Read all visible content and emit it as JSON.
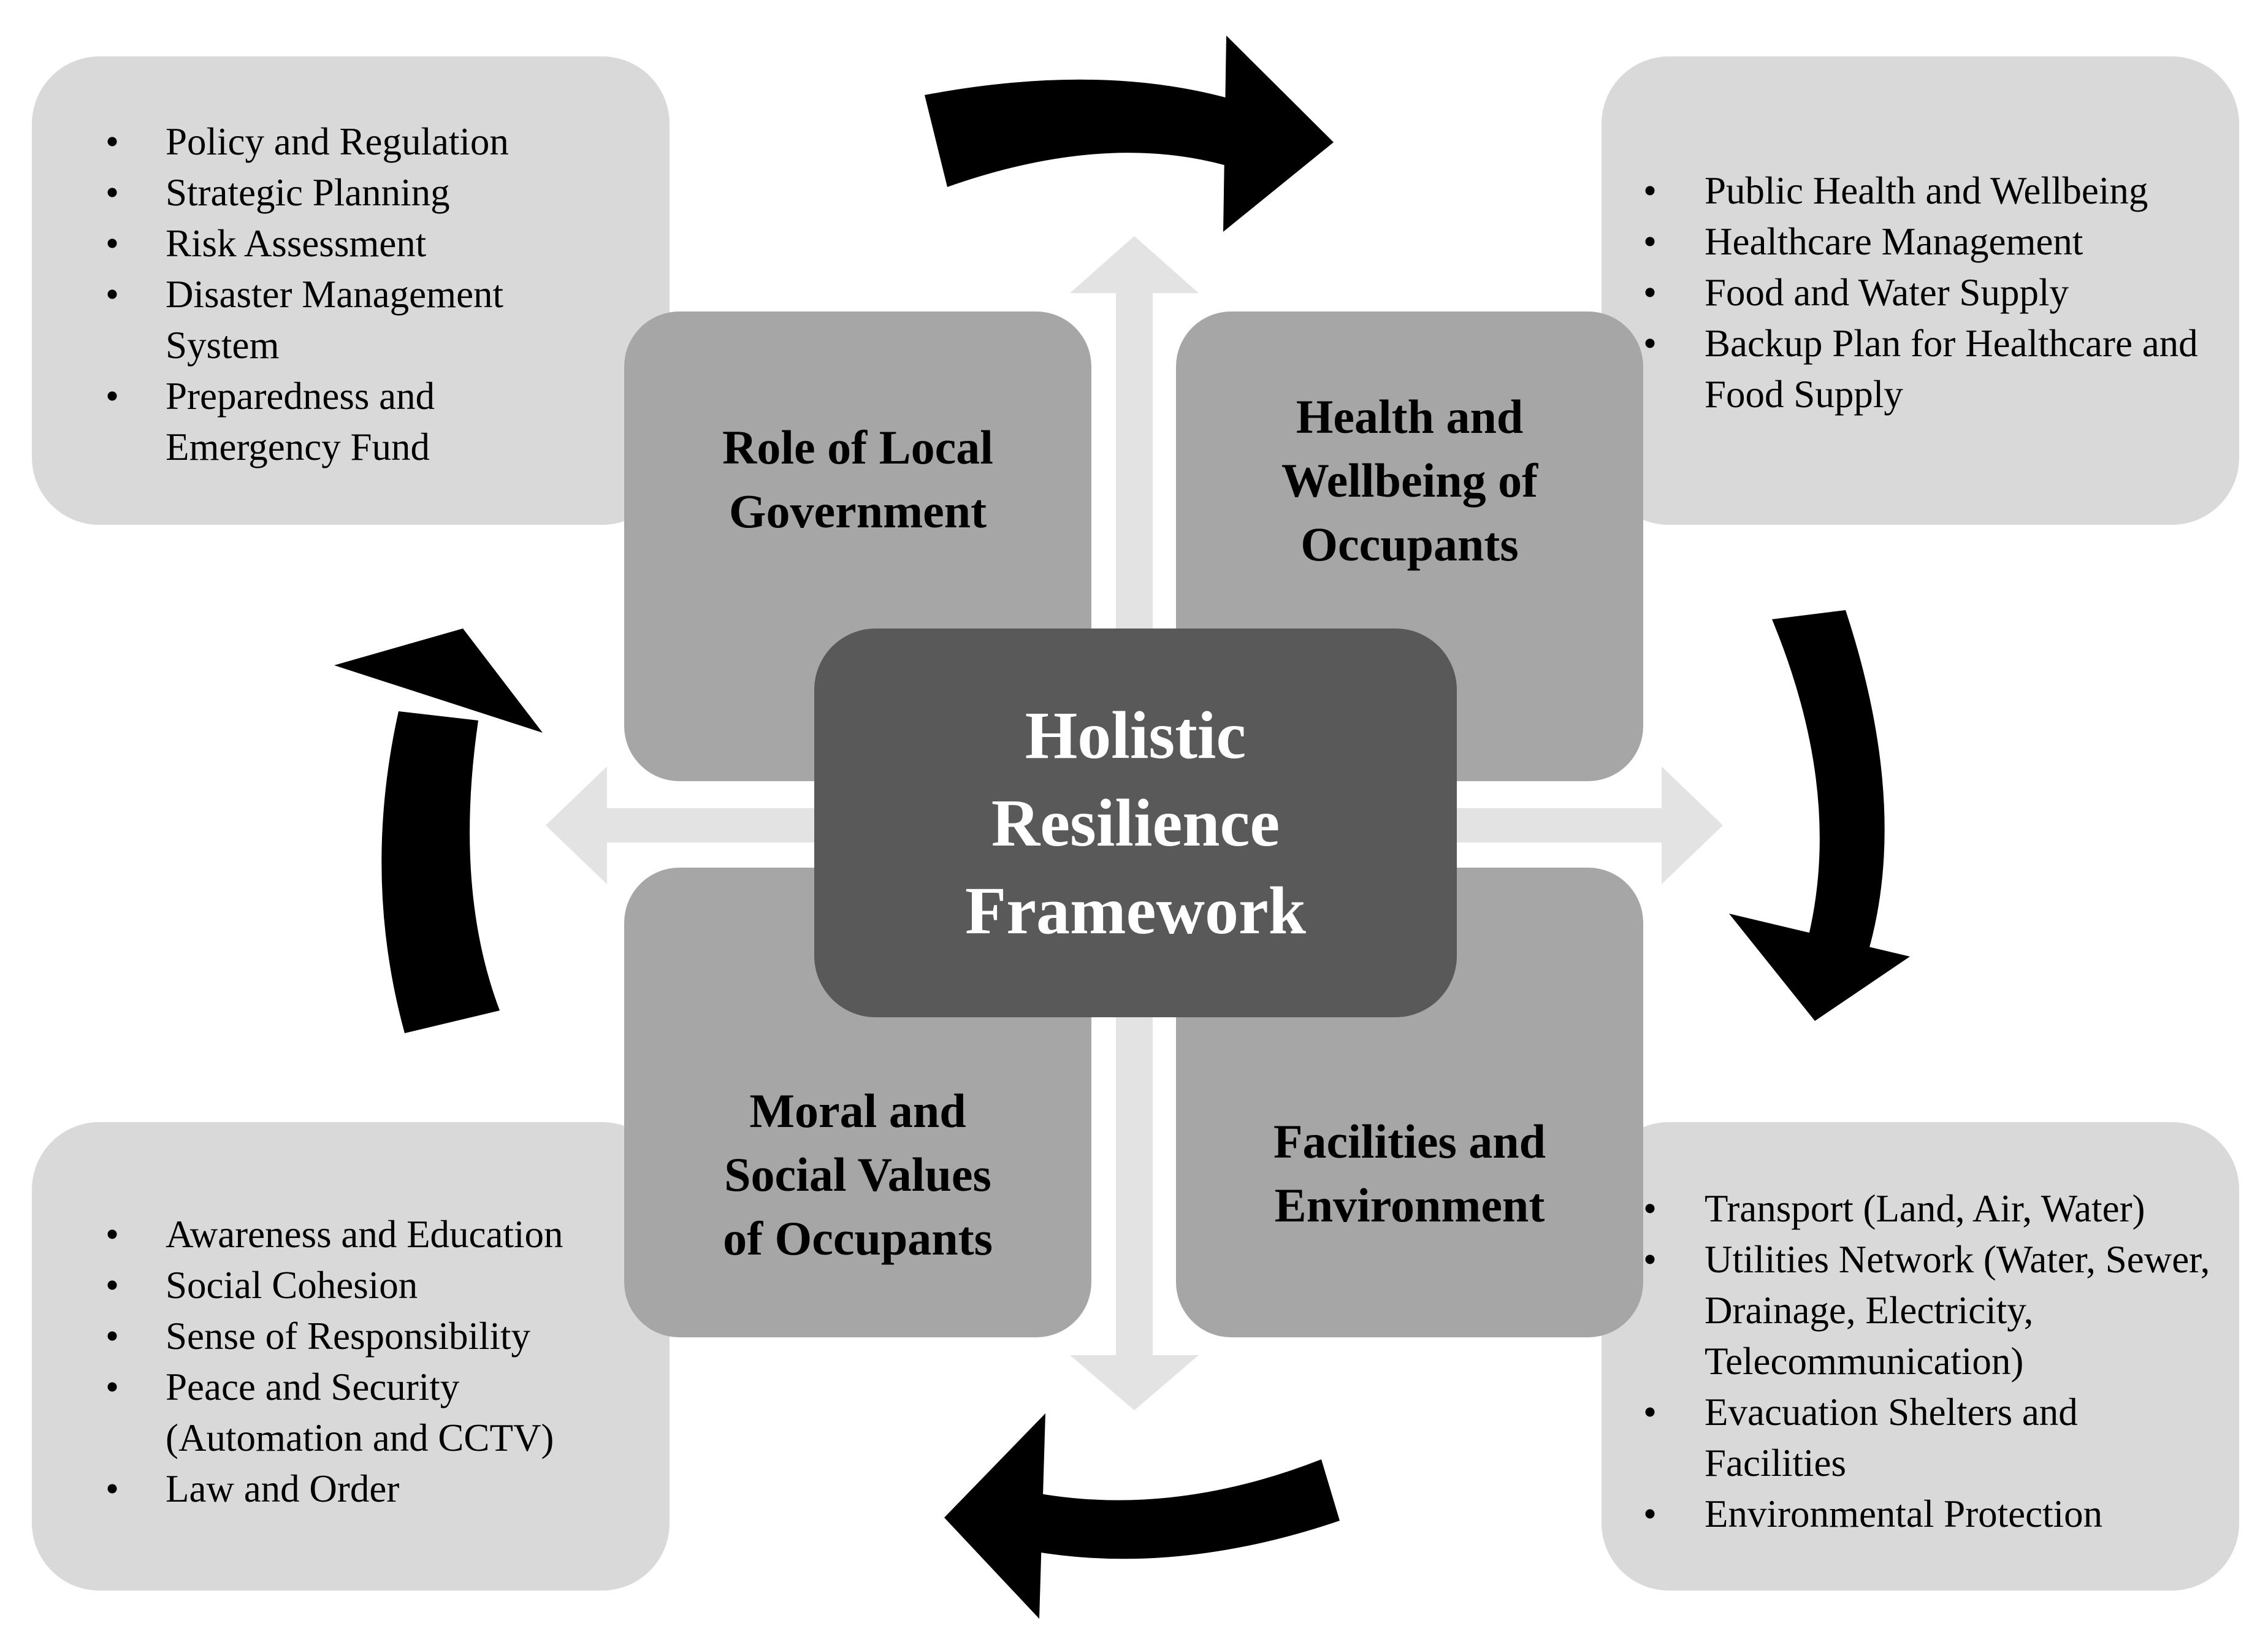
{
  "center": {
    "title": "Holistic\nResilience\nFramework"
  },
  "pillars": {
    "top_left": "Role of Local\nGovernment",
    "top_right": "Health and\nWellbeing of\nOccupants",
    "bottom_left": "Moral and\nSocial Values\nof Occupants",
    "bottom_right": "Facilities and\nEnvironment"
  },
  "lists": {
    "top_left": [
      "Policy and Regulation",
      "Strategic Planning",
      "Risk Assessment",
      "Disaster Management System",
      "Preparedness and Emergency Fund"
    ],
    "top_right": [
      "Public Health and Wellbeing",
      "Healthcare Management",
      "Food and Water Supply",
      "Backup Plan for Healthcare and Food Supply"
    ],
    "bottom_left": [
      "Awareness and Education",
      "Social Cohesion",
      "Sense of Responsibility",
      "Peace and Security (Automation and CCTV)",
      "Law and Order"
    ],
    "bottom_right": [
      "Transport (Land, Air, Water)",
      "Utilities Network (Water, Sewer, Drainage, Electricity, Telecommunication)",
      "Evacuation Shelters and Facilities",
      "Environmental Protection"
    ]
  },
  "colors": {
    "outer_box": "#d9d9d9",
    "pillar_box": "#a6a6a6",
    "center_box": "#595959",
    "cross_arrows": "#e6e6e6",
    "cycle_arrows": "#000000"
  }
}
